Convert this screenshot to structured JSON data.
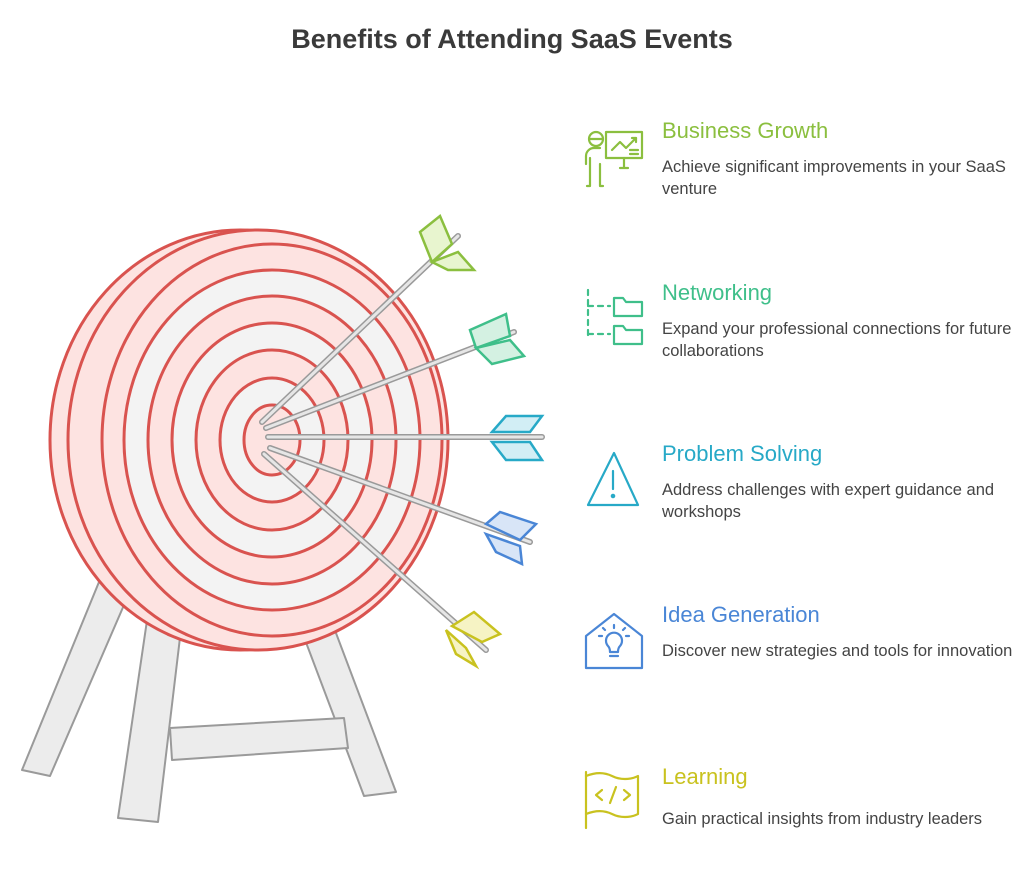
{
  "title": "Benefits of Attending SaaS Events",
  "items": [
    {
      "label": "Business Growth",
      "description": "Achieve significant improvements in your SaaS venture",
      "icon": "presentation-chart-icon",
      "color": "#8bbf3f"
    },
    {
      "label": "Networking",
      "description": "Expand your professional connections for future collaborations",
      "icon": "folder-tree-icon",
      "color": "#3fbf8a"
    },
    {
      "label": "Problem Solving",
      "description": "Address challenges with expert guidance and workshops",
      "icon": "warning-triangle-icon",
      "color": "#27a9c7"
    },
    {
      "label": "Idea Generation",
      "description": "Discover new strategies and tools for innovation",
      "icon": "lightbulb-house-icon",
      "color": "#4a86d6"
    },
    {
      "label": "Learning",
      "description": "Gain practical insights from industry leaders",
      "icon": "code-flag-icon",
      "color": "#c9c21f"
    }
  ],
  "colors": {
    "target_stroke": "#d9534f",
    "target_fill": "#fde3e1",
    "target_ring_fill": "#f3f3f3",
    "stand_fill": "#ececec",
    "stand_stroke": "#9a9a9a"
  }
}
